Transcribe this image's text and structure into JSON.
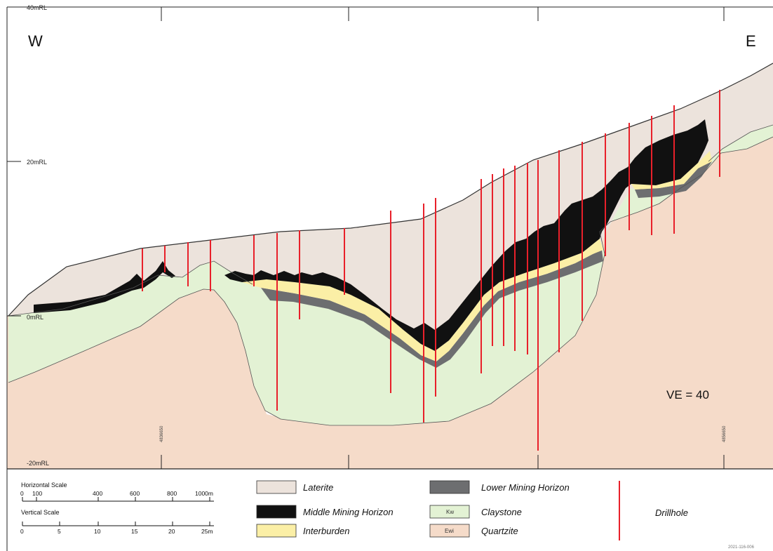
{
  "section": {
    "west_label": "W",
    "east_label": "E",
    "rl_labels": [
      "40mRL",
      "20mRL",
      "0mRL",
      "-20mRL"
    ],
    "vertical_exaggeration": "VE = 40",
    "gridline_refs": [
      "4836650",
      "4856650"
    ]
  },
  "scales": {
    "horizontal_title": "Horizontal Scale",
    "horizontal_ticks": [
      "0",
      "100",
      "400",
      "600",
      "800",
      "1000m"
    ],
    "vertical_title": "Vertical Scale",
    "vertical_ticks": [
      "0",
      "5",
      "10",
      "15",
      "20",
      "25m"
    ]
  },
  "legend": {
    "items": [
      {
        "label": "Laterite",
        "color": "#ece3dc",
        "code": ""
      },
      {
        "label": "Middle Mining Horizon",
        "color": "#111111",
        "code": ""
      },
      {
        "label": "Interburden",
        "color": "#fbefa6",
        "code": ""
      },
      {
        "label": "Lower Mining Horizon",
        "color": "#6d6e70",
        "code": ""
      },
      {
        "label": "Claystone",
        "color": "#e3f2d4",
        "code": "Kw"
      },
      {
        "label": "Quartzite",
        "color": "#f5dbc9",
        "code": "Ewi"
      }
    ],
    "drillhole_label": "Drillhole",
    "drillhole_color": "#e8202a"
  },
  "figure_number": "2021-116-006"
}
